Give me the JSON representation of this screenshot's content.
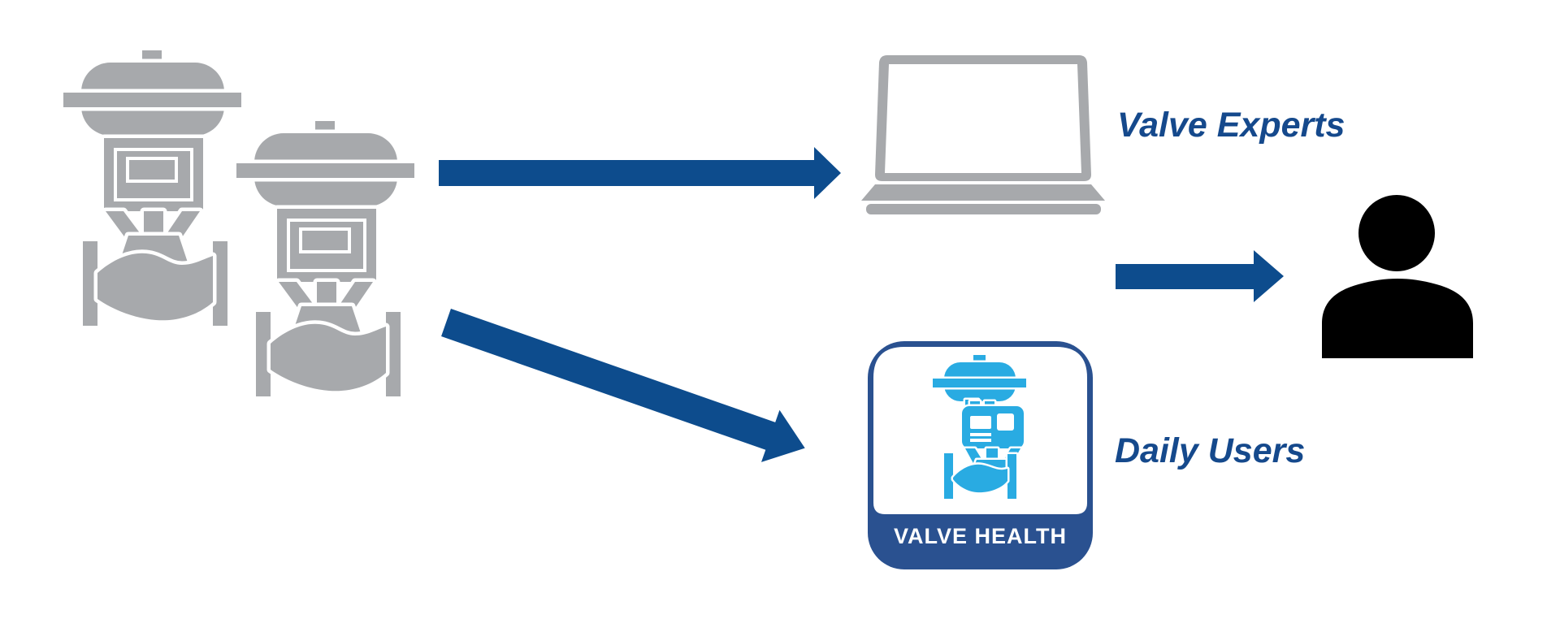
{
  "diagram": {
    "background": "#ffffff",
    "labels": {
      "valve_experts": "Valve Experts",
      "daily_users": "Daily Users"
    },
    "app_icon": {
      "name": "VALVE HEALTH"
    },
    "nodes": [
      {
        "id": "control-valves",
        "icon": "control-valve-icon",
        "count": 2,
        "color": "#a7a9ac"
      },
      {
        "id": "laptop",
        "icon": "laptop-icon",
        "label": "Valve Experts",
        "color": "#a7a9ac"
      },
      {
        "id": "valve-health-app",
        "icon": "valve-health-app-icon",
        "label": "Daily Users",
        "app_name": "VALVE HEALTH",
        "accent_color": "#29abe2",
        "frame_color": "#2a5190"
      },
      {
        "id": "person",
        "icon": "person-icon",
        "color": "#000000"
      }
    ],
    "flows": [
      {
        "from": "control-valves",
        "to": "laptop"
      },
      {
        "from": "control-valves",
        "to": "valve-health-app"
      },
      {
        "from": "laptop",
        "to": "person"
      }
    ],
    "colors": {
      "arrow_blue": "#0d4c8d",
      "label_blue": "#15498c",
      "app_cyan": "#29abe2",
      "app_frame_blue": "#2a5190",
      "icon_gray": "#a7a9ac",
      "person_black": "#000000"
    }
  }
}
